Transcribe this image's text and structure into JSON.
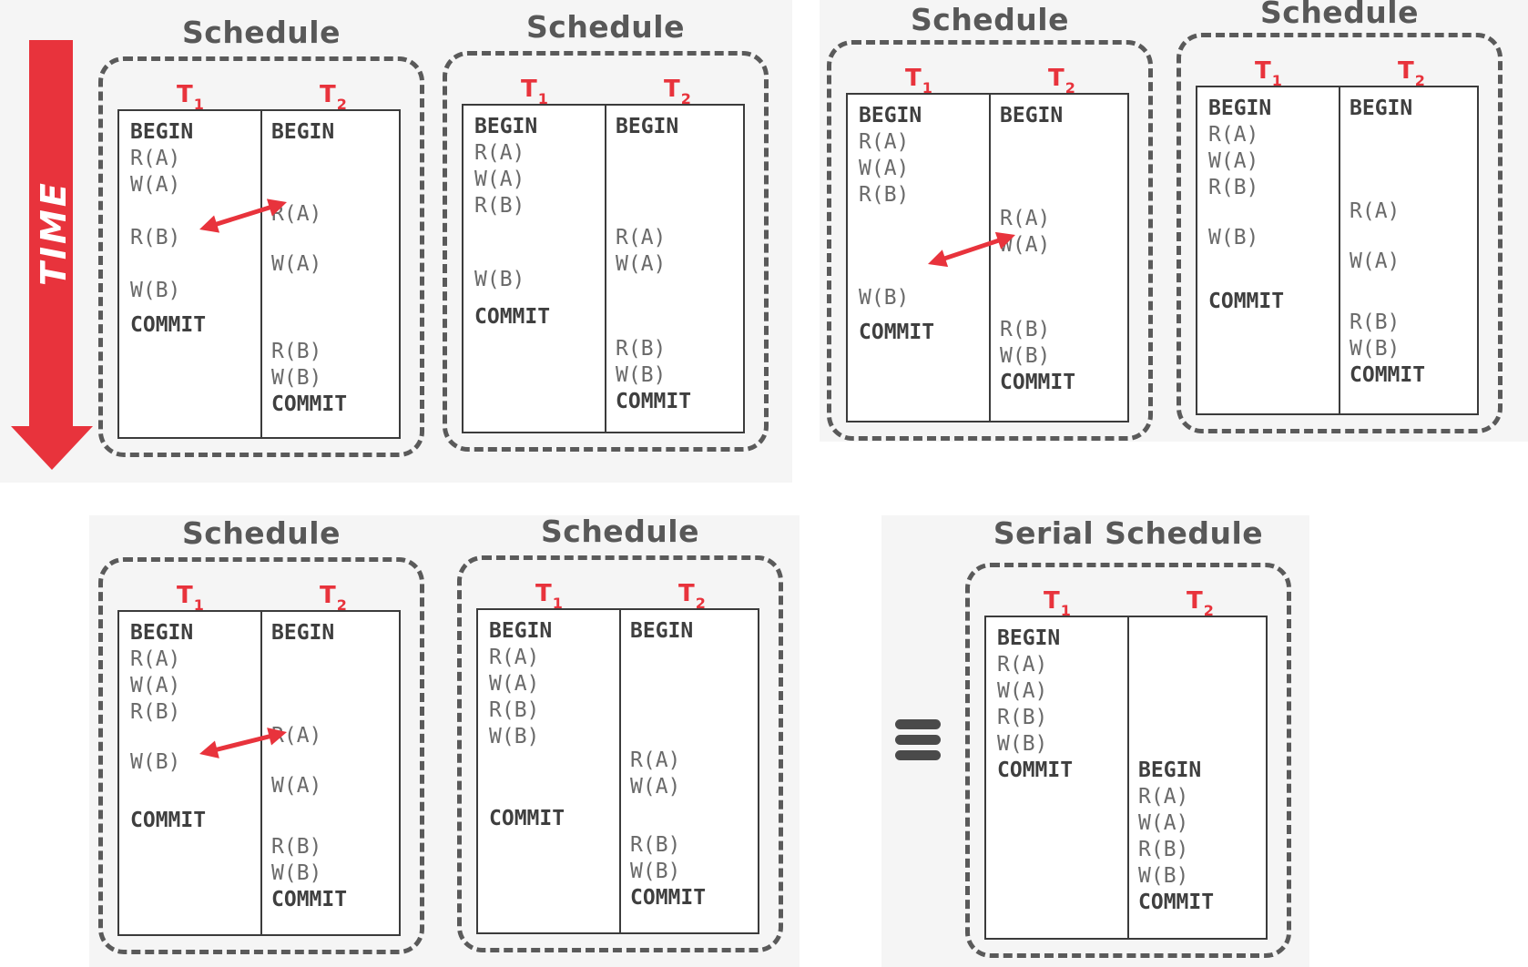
{
  "time_label": "TIME",
  "equals_symbol": "≡",
  "colors": {
    "accent": "#e8333c",
    "box_border": "#5a5a5a",
    "text": "#585858"
  },
  "schedules": [
    {
      "title": "Schedule",
      "t1": "T",
      "t1_sub": "1",
      "t2": "T",
      "t2_sub": "2",
      "t1_ops": [
        "BEGIN",
        "R(A)",
        "W(A)",
        "R(B)",
        "W(B)",
        "COMMIT"
      ],
      "t2_ops": [
        "BEGIN",
        "R(A)",
        "W(A)",
        "R(B)",
        "W(B)",
        "COMMIT"
      ]
    },
    {
      "title": "Schedule",
      "t1": "T",
      "t1_sub": "1",
      "t2": "T",
      "t2_sub": "2",
      "t1_ops": [
        "BEGIN",
        "R(A)",
        "W(A)",
        "R(B)",
        "W(B)",
        "COMMIT"
      ],
      "t2_ops": [
        "BEGIN",
        "R(A)",
        "W(A)",
        "R(B)",
        "W(B)",
        "COMMIT"
      ]
    },
    {
      "title": "Schedule",
      "t1": "T",
      "t1_sub": "1",
      "t2": "T",
      "t2_sub": "2",
      "t1_ops": [
        "BEGIN",
        "R(A)",
        "W(A)",
        "R(B)",
        "W(B)",
        "COMMIT"
      ],
      "t2_ops": [
        "BEGIN",
        "R(A)",
        "W(A)",
        "R(B)",
        "W(B)",
        "COMMIT"
      ]
    },
    {
      "title": "Schedule",
      "t1": "T",
      "t1_sub": "1",
      "t2": "T",
      "t2_sub": "2",
      "t1_ops": [
        "BEGIN",
        "R(A)",
        "W(A)",
        "R(B)",
        "W(B)",
        "COMMIT"
      ],
      "t2_ops": [
        "BEGIN",
        "R(A)",
        "W(A)",
        "R(B)",
        "W(B)",
        "COMMIT"
      ]
    },
    {
      "title": "Schedule",
      "t1": "T",
      "t1_sub": "1",
      "t2": "T",
      "t2_sub": "2",
      "t1_ops": [
        "BEGIN",
        "R(A)",
        "W(A)",
        "R(B)",
        "W(B)",
        "COMMIT"
      ],
      "t2_ops": [
        "BEGIN",
        "R(A)",
        "W(A)",
        "R(B)",
        "W(B)",
        "COMMIT"
      ]
    },
    {
      "title": "Schedule",
      "t1": "T",
      "t1_sub": "1",
      "t2": "T",
      "t2_sub": "2",
      "t1_ops": [
        "BEGIN",
        "R(A)",
        "W(A)",
        "R(B)",
        "W(B)",
        "COMMIT"
      ],
      "t2_ops": [
        "BEGIN",
        "R(A)",
        "W(A)",
        "R(B)",
        "W(B)",
        "COMMIT"
      ]
    },
    {
      "title": "Serial Schedule",
      "t1": "T",
      "t1_sub": "1",
      "t2": "T",
      "t2_sub": "2",
      "t1_ops": [
        "BEGIN",
        "R(A)",
        "W(A)",
        "R(B)",
        "W(B)",
        "COMMIT"
      ],
      "t2_ops": [
        "BEGIN",
        "R(A)",
        "W(A)",
        "R(B)",
        "W(B)",
        "COMMIT"
      ]
    }
  ]
}
